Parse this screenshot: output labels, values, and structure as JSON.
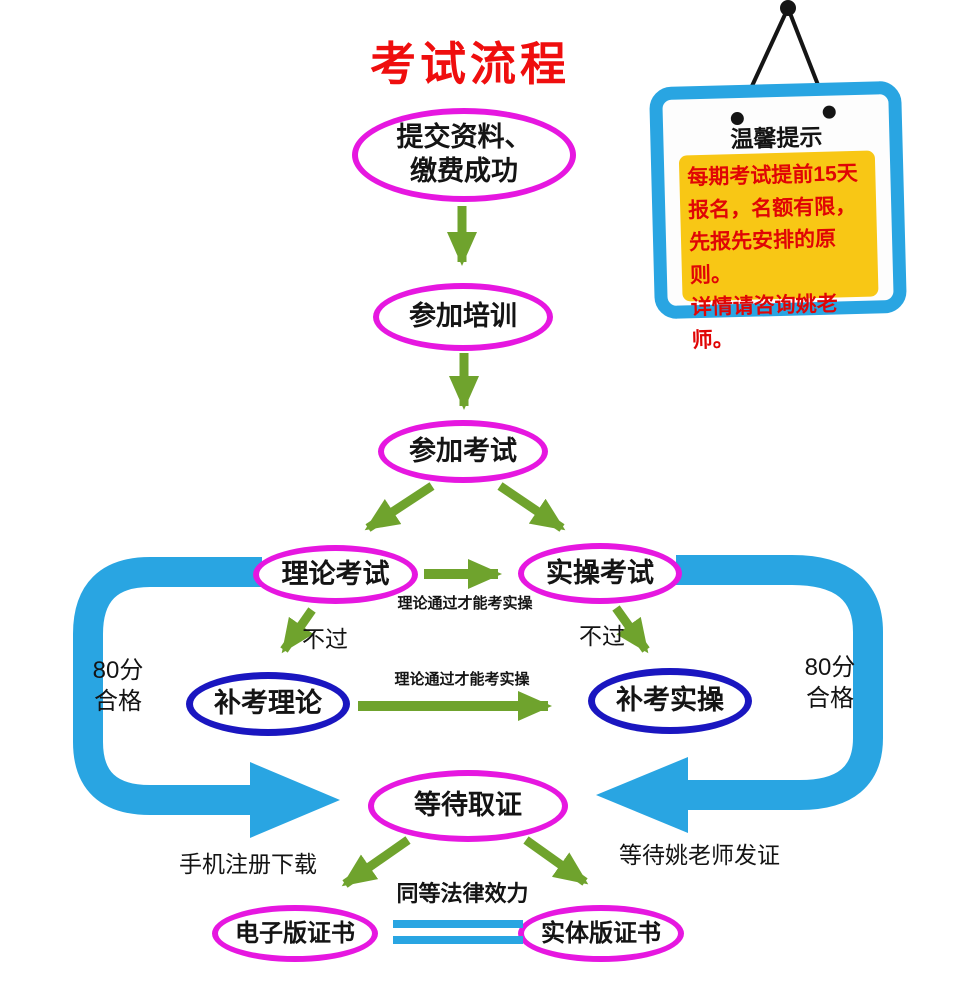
{
  "title": "考试流程",
  "notice": {
    "title": "温馨提示",
    "line1": "每期考试提前15天",
    "line2": "报名，名额有限，",
    "line3": "先报先安排的原则。",
    "line4": "详情请咨询姚老师。"
  },
  "nodes": {
    "submit_line1": "提交资料、",
    "submit_line2": "缴费成功",
    "training": "参加培训",
    "exam": "参加考试",
    "theory": "理论考试",
    "practical": "实操考试",
    "retake_theory": "补考理论",
    "retake_practical": "补考实操",
    "wait_cert": "等待取证",
    "e_cert": "电子版证书",
    "paper_cert": "实体版证书"
  },
  "labels": {
    "pass_note_top": "理论通过才能考实操",
    "pass_note_bottom": "理论通过才能考实操",
    "fail_left": "不过",
    "fail_right": "不过",
    "score_left_line1": "80分",
    "score_left_line2": "合格",
    "score_right_line1": "80分",
    "score_right_line2": "合格",
    "mobile_download": "手机注册下载",
    "teacher_issue": "等待姚老师发证",
    "equal_effect": "同等法律效力"
  },
  "colors": {
    "title_red": "#ef0e0e",
    "ellipse_magenta": "#e617e0",
    "ellipse_blue": "#1a16c0",
    "arrow_green": "#6fa32d",
    "arrow_blue": "#29a5e2",
    "notice_yellow": "#f8c715",
    "notice_text_red": "#e00505"
  }
}
